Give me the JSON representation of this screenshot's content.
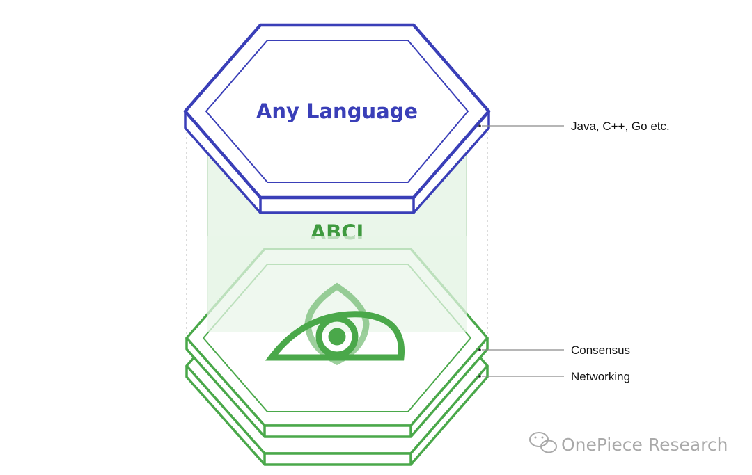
{
  "diagram": {
    "top_layer": {
      "title": "Any Language",
      "color": "#3a3fb8"
    },
    "interface": {
      "title": "ABCI",
      "color": "#3f9a3f",
      "panel_color": "#e8f4e8"
    },
    "bottom_layers": {
      "color": "#4aa84a",
      "logo_icon": "tendermint-logo-icon"
    },
    "callouts": [
      {
        "label": "Java, C++, Go etc.",
        "target": "top_layer"
      },
      {
        "label": "Consensus",
        "target": "consensus_layer"
      },
      {
        "label": "Networking",
        "target": "networking_layer"
      }
    ],
    "leader_color": "#8a8a8a"
  },
  "watermark": {
    "text": "OnePiece Research",
    "icon": "wechat-icon",
    "color": "#a9a9a9"
  }
}
